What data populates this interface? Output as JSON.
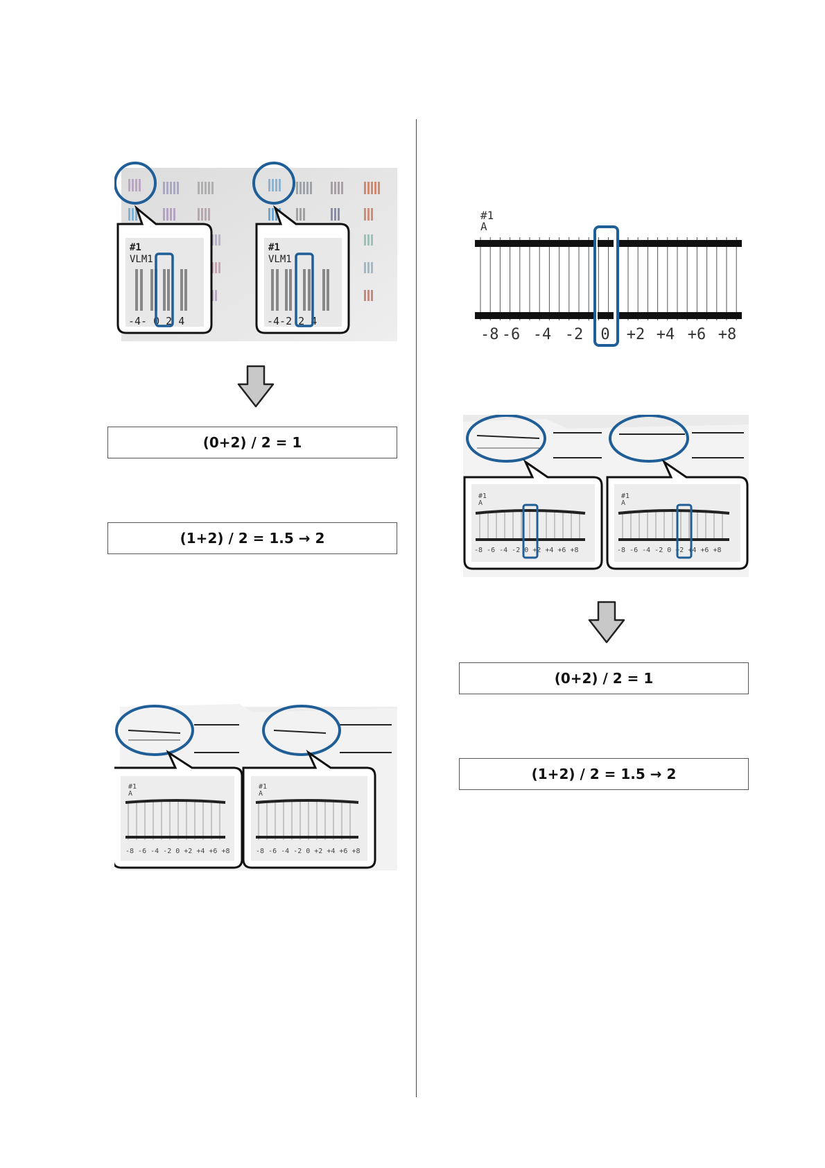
{
  "formulas": {
    "left_1": "(0+2) / 2 = 1",
    "left_2": "(1+2) / 2 = 1.5 → 2",
    "right_1": "(0+2) / 2 = 1",
    "right_2": "(1+2) / 2 = 1.5 → 2"
  },
  "vlm_photo": {
    "callout_left": {
      "line1": "#1",
      "line2": "VLM1",
      "scale": [
        "-4-",
        "0",
        "2",
        "4"
      ],
      "highlight": "0"
    },
    "callout_right": {
      "line1": "#1",
      "line2": "VLM1",
      "scale": [
        "-4-2",
        "2",
        "4"
      ],
      "highlight": "2"
    }
  },
  "pattern_diagram": {
    "label_line1": "#1",
    "label_line2": "A",
    "scale": [
      "-8",
      "-6",
      "-4",
      "-2",
      "0",
      "+2",
      "+4",
      "+6",
      "+8"
    ],
    "highlight": "0"
  },
  "a_photo_scale": [
    "-8",
    "-6",
    "-4",
    "-2",
    "0",
    "+2",
    "+4",
    "+6",
    "+8"
  ],
  "a_photo_label_1": "#1",
  "a_photo_label_2": "A",
  "colors": {
    "highlight": "#1f5e96",
    "arrow": "#c8c8c8",
    "frame": "#111111"
  }
}
